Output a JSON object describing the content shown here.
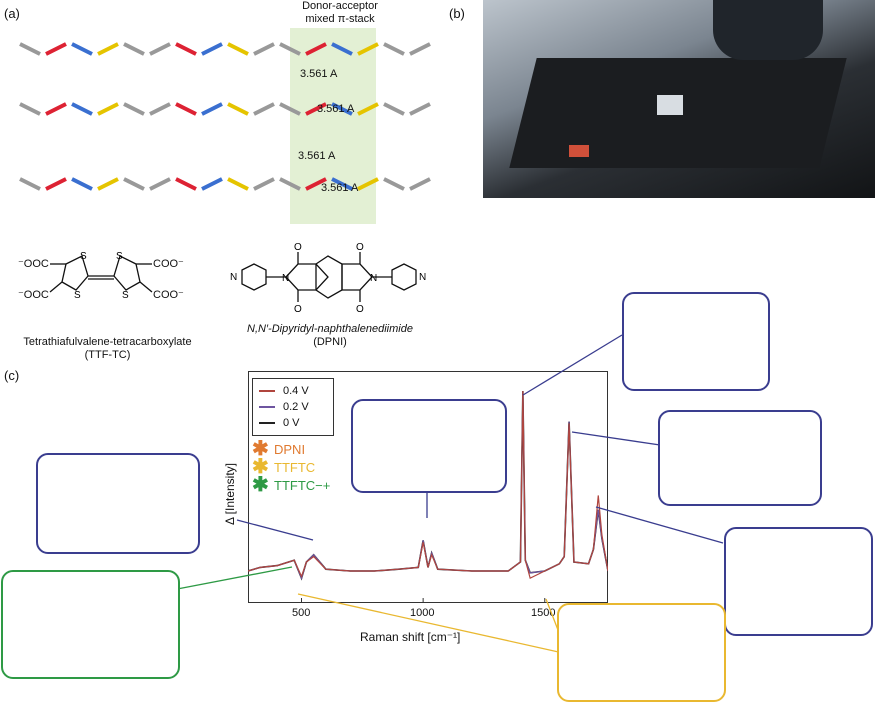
{
  "panels": {
    "a": "(a)",
    "b": "(b)",
    "c": "(c)"
  },
  "panel_a": {
    "stack_label_1": "Donor-acceptor",
    "stack_label_2": "mixed π-stack",
    "distances": [
      "3.561 A",
      "3.561 A",
      "3.561 A",
      "3.561 A"
    ],
    "ttftc_name": "Tetrathiafulvalene-tetracarboxylate",
    "ttftc_abbr": "(TTF-TC)",
    "dpni_name": "N,N′-Dipyridyl-naphthalenediimide",
    "dpni_abbr": "(DPNI)",
    "ttftc_groups": [
      "⁻OOC",
      "COO⁻",
      "⁻OOC",
      "COO⁻"
    ]
  },
  "panel_c": {
    "legend": [
      {
        "label": "0.4 V",
        "color": "#b0453e"
      },
      {
        "label": "0.2 V",
        "color": "#6e55a0"
      },
      {
        "label": "0 V",
        "color": "#222222"
      }
    ],
    "assignments": [
      {
        "label": "DPNI",
        "color": "#e07a30"
      },
      {
        "label": "TTFTC",
        "color": "#e9b830"
      },
      {
        "label": "TTFTC−+",
        "color": "#2e9a45"
      }
    ],
    "ylabel": "Δ [Intensity]",
    "xlabel": "Raman shift [cm⁻¹]",
    "xticks": [
      "500",
      "1000",
      "1500"
    ]
  },
  "chart_data": {
    "type": "line",
    "xlabel": "Raman shift [cm⁻¹]",
    "ylabel": "Δ [Intensity]",
    "xlim": [
      280,
      1760
    ],
    "series": [
      {
        "name": "0.4 V",
        "x": [
          280,
          330,
          400,
          470,
          500,
          520,
          550,
          600,
          700,
          800,
          900,
          980,
          1000,
          1020,
          1035,
          1060,
          1200,
          1350,
          1400,
          1410,
          1420,
          1440,
          1500,
          1560,
          1580,
          1600,
          1620,
          1680,
          1700,
          1720,
          1735,
          1760
        ],
        "y": [
          0.0,
          0.02,
          0.03,
          0.06,
          -0.03,
          0.05,
          0.08,
          0.01,
          0.0,
          0.0,
          0.01,
          0.02,
          0.16,
          0.02,
          0.09,
          0.01,
          0.0,
          0.0,
          0.05,
          1.0,
          0.06,
          -0.04,
          0.0,
          0.04,
          0.08,
          0.82,
          0.05,
          0.04,
          0.12,
          0.42,
          0.2,
          0.0
        ]
      },
      {
        "name": "0.2 V",
        "x": [
          280,
          330,
          400,
          470,
          500,
          520,
          550,
          600,
          700,
          800,
          900,
          980,
          1000,
          1020,
          1035,
          1060,
          1200,
          1350,
          1400,
          1410,
          1420,
          1440,
          1500,
          1560,
          1580,
          1600,
          1620,
          1680,
          1700,
          1720,
          1735,
          1760
        ],
        "y": [
          0.0,
          0.02,
          0.03,
          0.06,
          -0.04,
          0.05,
          0.09,
          0.01,
          0.0,
          0.0,
          0.01,
          0.02,
          0.17,
          0.02,
          0.1,
          0.01,
          0.0,
          0.0,
          0.05,
          1.0,
          0.06,
          -0.01,
          0.0,
          0.04,
          0.08,
          0.83,
          0.05,
          0.04,
          0.12,
          0.34,
          0.18,
          0.0
        ]
      },
      {
        "name": "0 V",
        "x": [
          280,
          330,
          400,
          470,
          500,
          520,
          550,
          600,
          700,
          800,
          900,
          980,
          1000,
          1020,
          1035,
          1060,
          1200,
          1350,
          1400,
          1410,
          1420,
          1440,
          1500,
          1560,
          1580,
          1600,
          1620,
          1680,
          1700,
          1720,
          1735,
          1760
        ],
        "y": [
          0.0,
          0.02,
          0.03,
          0.06,
          -0.04,
          0.05,
          0.09,
          0.01,
          0.0,
          0.0,
          0.01,
          0.02,
          0.17,
          0.02,
          0.1,
          0.01,
          0.0,
          0.0,
          0.05,
          1.0,
          0.06,
          -0.01,
          0.0,
          0.04,
          0.08,
          0.83,
          0.05,
          0.04,
          0.12,
          0.34,
          0.18,
          0.0
        ]
      }
    ]
  }
}
